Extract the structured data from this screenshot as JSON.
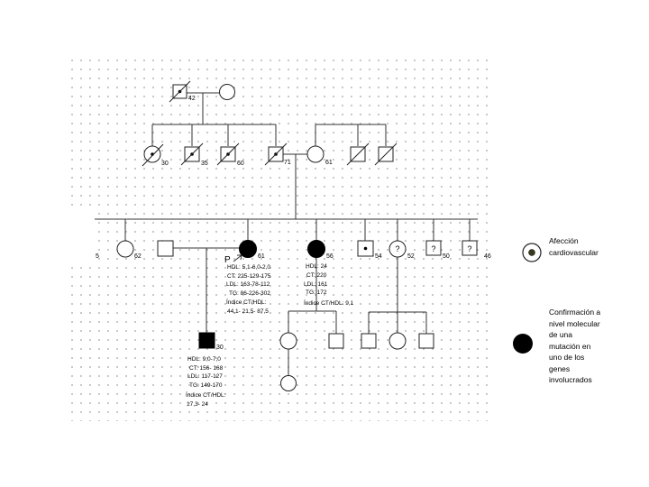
{
  "individuals": [
    {
      "id": "gen1-male",
      "age": "42"
    },
    {
      "id": "gen2-female-1",
      "age": "30"
    },
    {
      "id": "gen2-male-1",
      "age": "35"
    },
    {
      "id": "gen2-male-2",
      "age": "60"
    },
    {
      "id": "gen2-male-3",
      "age": "71"
    },
    {
      "id": "gen2-female-2",
      "age": "61"
    },
    {
      "id": "gen3-edge-left",
      "age": "5"
    },
    {
      "id": "gen3-female-1",
      "age": "62"
    },
    {
      "id": "proband",
      "age": "61"
    },
    {
      "id": "gen3-female-3",
      "age": "56"
    },
    {
      "id": "gen3-male-54",
      "age": "54"
    },
    {
      "id": "gen3-unknown-52",
      "age": "52"
    },
    {
      "id": "gen3-unknown-50",
      "age": "50"
    },
    {
      "id": "gen3-unknown-46",
      "age": "46"
    },
    {
      "id": "gen4-son",
      "age": "30"
    }
  ],
  "unknown_symbol": "?",
  "proband_marker": "P",
  "labs": {
    "proband": [
      "HDL: 5,1-6,0-2,0",
      "CT: 225-129-175",
      "LDL: 163-78-112",
      "TG: 86-226-302",
      "Índice CT/HDL:",
      "44,1- 21,5- 87,5"
    ],
    "female56": [
      "HDL: 24",
      "CT: 220",
      "LDL: 161",
      "TG: 172",
      "Índice CT/HDL:  9,1"
    ],
    "son": [
      "HDL: 9,0-7,0",
      "CT: 156- 168",
      "LDL: 117-127",
      "TG: 149-170",
      "Índice CT/HDL:",
      "17,3- 24"
    ]
  },
  "legend": {
    "affection": "Afección cardiovascular",
    "affection_lines": [
      "Afección",
      "cardiovascular"
    ],
    "mutation": "Confirmación a nivel molecular de una mutación en uno de los genes involucrados",
    "mutation_lines": [
      "Confirmación a",
      "nivel molecular",
      "de una",
      "mutación en",
      "uno de los",
      "genes",
      "involucrados"
    ],
    "affection_dot_color": "#3a3a1a"
  }
}
